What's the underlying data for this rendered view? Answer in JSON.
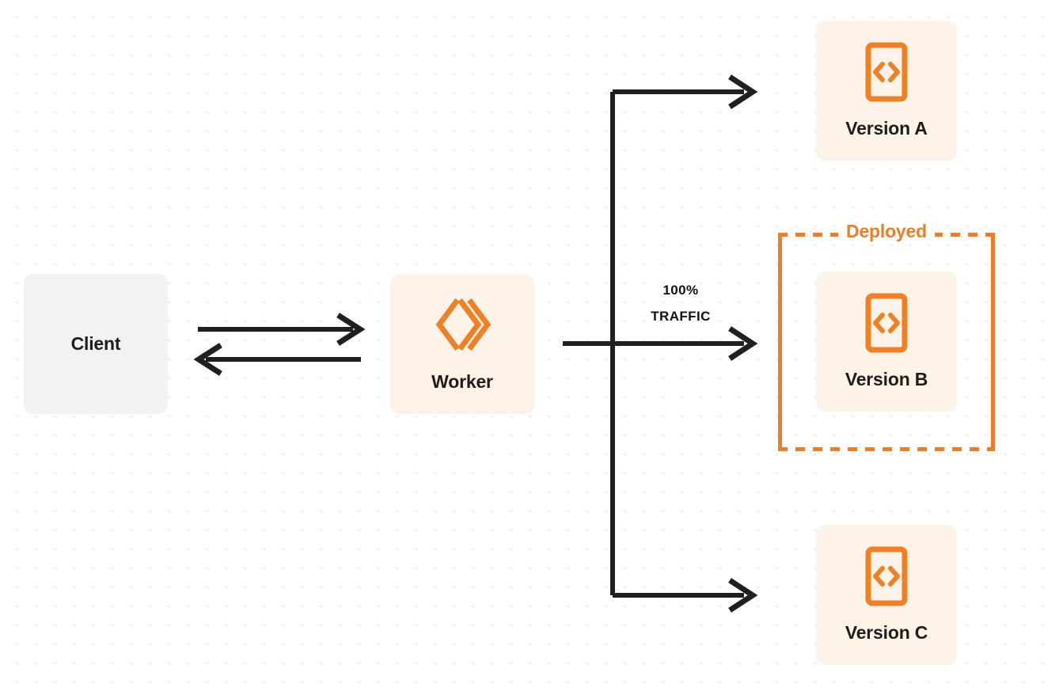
{
  "diagram": {
    "title": "Worker version traffic routing",
    "background": {
      "style": "dot-grid",
      "dot_color": "#e9e9ec",
      "page_color": "#ffffff"
    },
    "colors": {
      "accent_orange": "#f07c25",
      "node_cream": "#fdf3e8",
      "node_gray": "#f1f2f4",
      "text_dark": "#1f1d1c",
      "connector": "#1f2024"
    },
    "nodes": {
      "client": {
        "label": "Client",
        "icon": "none"
      },
      "worker": {
        "label": "Worker",
        "icon": "cloudflare-workers-logo"
      },
      "version_a": {
        "label": "Version A",
        "icon": "code-file-icon"
      },
      "version_b": {
        "label": "Version B",
        "icon": "code-file-icon"
      },
      "version_c": {
        "label": "Version C",
        "icon": "code-file-icon"
      }
    },
    "group": {
      "deployed_label": "Deployed",
      "border_style": "dashed",
      "contains": "Version B"
    },
    "edges": {
      "traffic_percent": "100%",
      "traffic_caption": "TRAFFIC",
      "client_to_worker": "request",
      "worker_to_client": "response",
      "worker_to_version_a": "branch",
      "worker_to_version_b": "branch",
      "worker_to_version_c": "branch"
    }
  }
}
